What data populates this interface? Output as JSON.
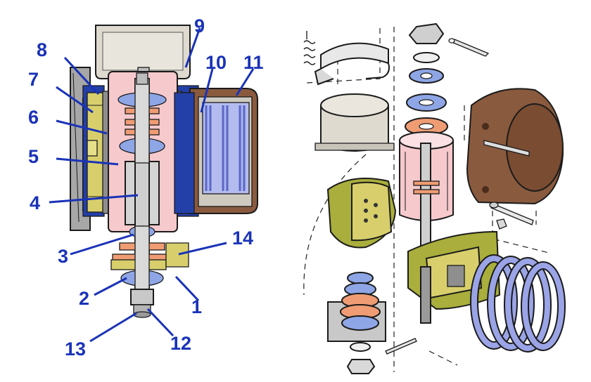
{
  "diagram": {
    "callouts": [
      {
        "id": "1",
        "text": "1"
      },
      {
        "id": "2",
        "text": "2"
      },
      {
        "id": "3",
        "text": "3"
      },
      {
        "id": "4",
        "text": "4"
      },
      {
        "id": "5",
        "text": "5"
      },
      {
        "id": "6",
        "text": "6"
      },
      {
        "id": "7",
        "text": "7"
      },
      {
        "id": "8",
        "text": "8"
      },
      {
        "id": "9",
        "text": "9"
      },
      {
        "id": "10",
        "text": "10"
      },
      {
        "id": "11",
        "text": "11"
      },
      {
        "id": "12",
        "text": "12"
      },
      {
        "id": "13",
        "text": "13"
      },
      {
        "id": "14",
        "text": "14"
      }
    ],
    "colors": {
      "label_blue": "#1a33b8",
      "cap_grey": "#dedad0",
      "housing_grey": "#9a9a9a",
      "piston_pink": "#f6c9cc",
      "shaft_grey": "#d4d4d4",
      "bushing_yellow": "#d8cf6c",
      "bracket_olive": "#a9ae3c",
      "spring_lavender": "#9aa4e6",
      "washer_blue": "#8ea6e6",
      "washer_orange": "#ef9c74",
      "seal_dark_blue": "#233fa8",
      "housing_brown": "#8a5a3e",
      "spring_cover_interior": "#cfcac0"
    }
  }
}
